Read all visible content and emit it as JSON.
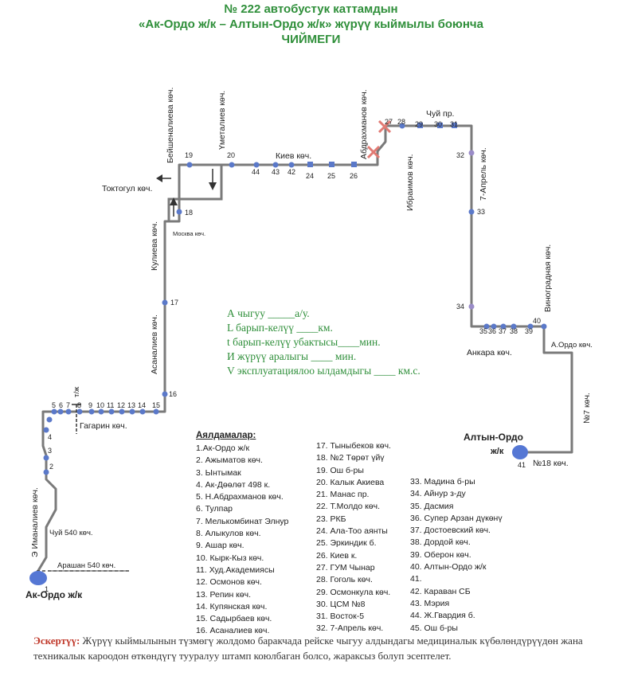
{
  "header": {
    "line1": "№ 222 автобустук каттамдын",
    "line2": "«Ак-Ордо ж/к –  Алтын-Ордо ж/к» жүрүү кыймылы боюнча",
    "line3": "ЧИЙМЕГИ"
  },
  "map": {
    "stop_numbers": [
      "1",
      "2",
      "3",
      "4",
      "5",
      "6",
      "7",
      "8",
      "9",
      "10",
      "11",
      "12",
      "13",
      "14",
      "15",
      "16",
      "17",
      "18",
      "19",
      "20",
      "44",
      "43",
      "42",
      "24",
      "25",
      "26",
      "27",
      "28",
      "29",
      "30",
      "31",
      "32",
      "33",
      "34",
      "35",
      "36",
      "37",
      "38",
      "39",
      "40",
      "41"
    ],
    "streets": {
      "imanaliev": "Э Иманалиев көч.",
      "chui_540": "Чуй 540 көч.",
      "arashan_540": "Арашан 540 көч.",
      "tzh": "т/ж",
      "gagarin": "Гагарин көч.",
      "asanaliev": "Асаналиев көч.",
      "kuliev": "Кулиева көч.",
      "toktogul": "Токтогул көч.",
      "moskva": "Москва көч.",
      "beishenalieva": "Бейшеналиева көч.",
      "umetaliev": "Үметалиев көч.",
      "kiev": "Киев көч.",
      "abdrahmanov": "Абдрахманов көч.",
      "ibraimov": "Ибраимов көч.",
      "chui_pr": "Чуй пр.",
      "april7": "7-Апрель көч.",
      "ankara": "Анкара көч.",
      "vinogradnaya": "Виноградная көч.",
      "a_ordo": "А.Ордо көч.",
      "n7": "№7 көч.",
      "n18": "№18 көч."
    },
    "terminals": {
      "start": "Ак-Ордо  ж/к",
      "end_line1": "Алтын-Ордо",
      "end_line2": "ж/к"
    }
  },
  "info": {
    "line1": "А чыгуу   _____а/у.",
    "line2": "L барып-келүү  ____км.",
    "line3": "t барып-келүү убактысы____мин.",
    "line4": "И жүрүү аралыгы ____      мин.",
    "line5": "V эксплуатациялоо ылдамдыгы ____ км.с."
  },
  "legend": {
    "title": "Аялдамалар:",
    "col1": [
      "1.Ак-Ордо ж/к",
      "2. Ажыматов көч.",
      "3. Ынтымак",
      "4. Ак-Дөөлөт 498 к.",
      "5. Н.Абдрахманов көч.",
      "6. Тулпар",
      "7. Мелькомбинат Элнур",
      "8. Алыкулов көч.",
      "9. Ашар көч.",
      "10. Кырк-Кыз көч.",
      "11. Худ.Академиясы",
      "12. Осмонов көч.",
      "13. Репин көч.",
      "14. Купянская көч.",
      "15. Садырбаев көч.",
      "16. Асаналиев көч."
    ],
    "col2": [
      "17. Тыныбеков көч.",
      "18. №2 Төрөт үйү",
      "19. Ош б-ры",
      "20. Калык Акиева",
      "21. Манас пр.",
      "22. Т.Молдо көч.",
      "23. РКБ",
      "24. Ала-Тоо аянты",
      "25. Эркиндик б.",
      "26. Киев к.",
      "27. ГУМ Чынар",
      "28. Гоголь көч.",
      "29. Осмонкула көч.",
      "30. ЦСМ №8",
      "31. Восток-5",
      "32. 7-Апрель көч."
    ],
    "col3": [
      "33. Мадина б-ры",
      "34. Айнур з-ду",
      "35. Дасмия",
      "36. Супер Арзан дүкөнү",
      "37. Достоевский көч.",
      "38. Дордой көч.",
      "39. Оберон көч.",
      "40. Алтын-Ордо ж/к",
      "41.",
      "42. Караван СБ",
      "43. Мэрия",
      "44. Ж.Гвардия б.",
      "45. Ош б-ры"
    ]
  },
  "note": {
    "label": "Эскертүү:",
    "text": " Жүрүү кыймылынын түзмөгү жолдомо баракчада рейске чыгуу алдындагы медициналык күбөлөндүрүүдөн жана техникалык кароодон өткөндүгү тууралуу штамп коюлбаган болсо, жараксыз болуп эсептелет."
  },
  "colors": {
    "route_line": "#7a7a7a",
    "stop_dot": "#5b79c9",
    "stop_dot_alt": "#9a8cc8",
    "terminal": "#5577d4",
    "title_green": "#2f8f3a",
    "cross_mark": "#e27b74",
    "note_label": "#c0392b"
  }
}
